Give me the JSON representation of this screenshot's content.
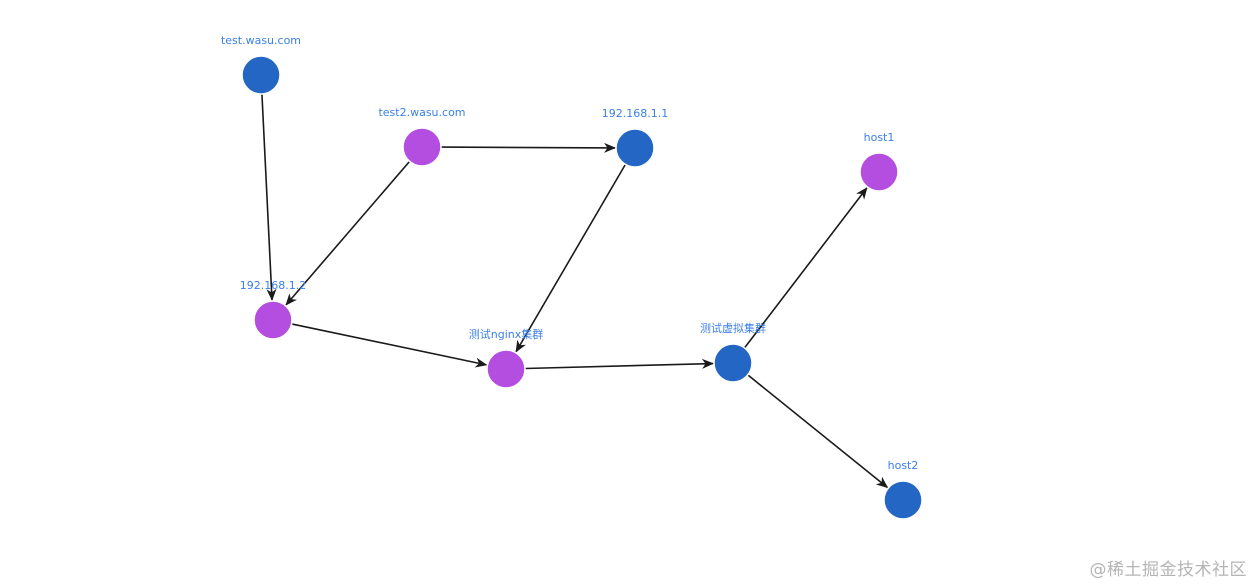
{
  "colors": {
    "blue": "#2466c4",
    "purple": "#b44ee0",
    "label": "#3a7fe6",
    "edge": "#1a1a1a",
    "watermark": "#b5b5b5"
  },
  "nodes": [
    {
      "id": "n1",
      "label": "test.wasu.com",
      "color": "blue"
    },
    {
      "id": "n2",
      "label": "test2.wasu.com",
      "color": "purple"
    },
    {
      "id": "n3",
      "label": "192.168.1.1",
      "color": "blue"
    },
    {
      "id": "n4",
      "label": "192.168.1.2",
      "color": "purple"
    },
    {
      "id": "n5",
      "label": "测试nginx集群",
      "color": "purple"
    },
    {
      "id": "n6",
      "label": "测试虚拟集群",
      "color": "blue"
    },
    {
      "id": "n7",
      "label": "host1",
      "color": "purple"
    },
    {
      "id": "n8",
      "label": "host2",
      "color": "blue"
    }
  ],
  "edges": [
    {
      "from": "n1",
      "to": "n4"
    },
    {
      "from": "n2",
      "to": "n4"
    },
    {
      "from": "n2",
      "to": "n3"
    },
    {
      "from": "n3",
      "to": "n5"
    },
    {
      "from": "n4",
      "to": "n5"
    },
    {
      "from": "n5",
      "to": "n6"
    },
    {
      "from": "n6",
      "to": "n7"
    },
    {
      "from": "n6",
      "to": "n8"
    }
  ],
  "watermark": "@稀土掘金技术社区"
}
